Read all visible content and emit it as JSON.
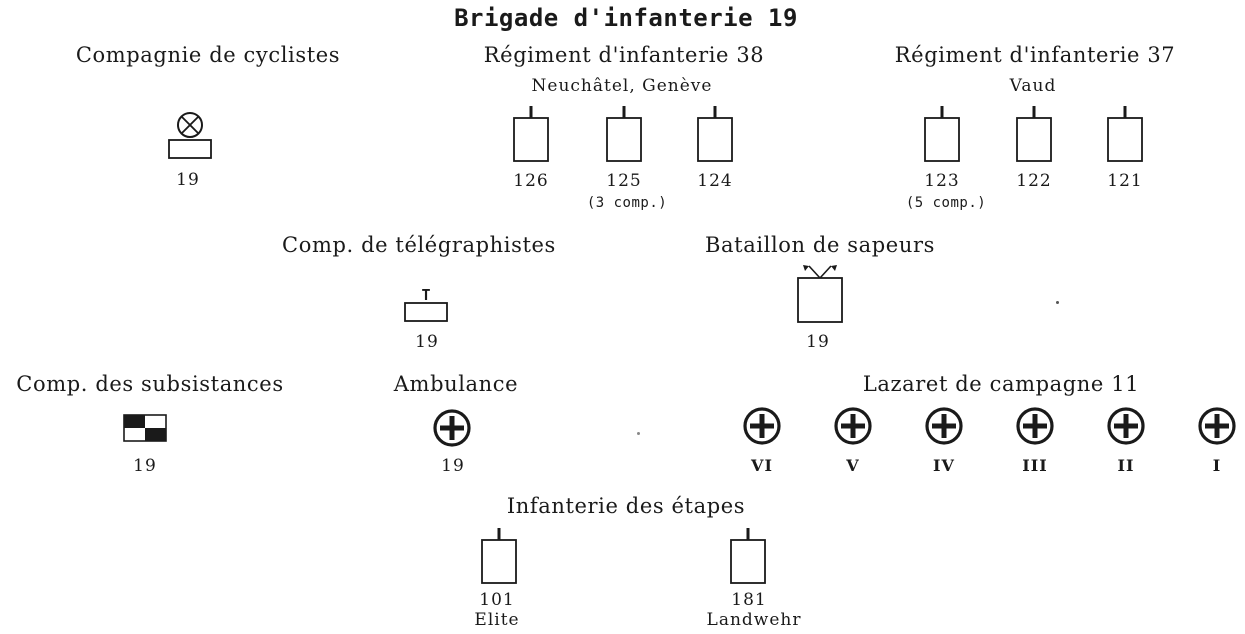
{
  "title": "Brigade d'infanterie 19",
  "cyclists": {
    "heading": "Compagnie de cyclistes",
    "number": "19"
  },
  "reg38": {
    "heading": "Régiment d'infanterie 38",
    "subheading": "Neuchâtel, Genève",
    "battalions": [
      {
        "number": "126",
        "note": ""
      },
      {
        "number": "125",
        "note": "(3 comp.)"
      },
      {
        "number": "124",
        "note": ""
      }
    ]
  },
  "reg37": {
    "heading": "Régiment d'infanterie 37",
    "subheading": "Vaud",
    "battalions": [
      {
        "number": "123",
        "note": "(5 comp.)"
      },
      {
        "number": "122",
        "note": ""
      },
      {
        "number": "121",
        "note": ""
      }
    ]
  },
  "telegraph": {
    "heading": "Comp. de télégraphistes",
    "symbol_letter": "T",
    "number": "19"
  },
  "sappers": {
    "heading": "Bataillon de sapeurs",
    "number": "19"
  },
  "subsistence": {
    "heading": "Comp. des subsistances",
    "number": "19"
  },
  "ambulance": {
    "heading": "Ambulance",
    "number": "19"
  },
  "lazaret": {
    "heading": "Lazaret de campagne 11",
    "units": [
      "VI",
      "V",
      "IV",
      "III",
      "II",
      "I"
    ]
  },
  "etapes": {
    "heading": "Infanterie des étapes",
    "units": [
      {
        "number": "101",
        "label": "Elite"
      },
      {
        "number": "181",
        "label": "Landwehr"
      }
    ]
  },
  "icons": {
    "cyclist": "bicycle-wheel-icon",
    "battalion": "infantry-battalion-icon",
    "telegraph": "telegraph-icon",
    "sappers": "sapper-flags-icon",
    "subsistence": "checkered-flag-icon",
    "ambulance": "red-cross-circle-icon"
  }
}
